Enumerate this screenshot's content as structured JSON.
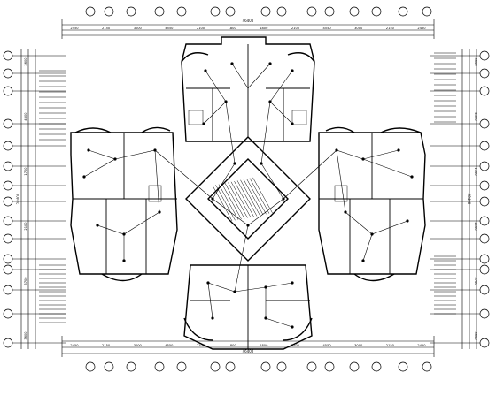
{
  "top_dims_1": [
    "2450",
    "2150",
    "3000",
    "4550",
    "2100",
    "1800",
    "1800",
    "2100",
    "4550",
    "3000",
    "2150",
    "2450"
  ],
  "top_total": "46400",
  "bottom_dims_2": [
    "2450",
    "2150",
    "3000",
    "4550",
    "2100",
    "1800",
    "1800",
    "2100",
    "4550",
    "3000",
    "2150",
    "2450"
  ],
  "bottom_total": "46400",
  "left_dims": [
    "3600",
    "4500",
    "1700",
    "2100",
    "3700",
    "3600"
  ],
  "left_total": "28400",
  "right_dims": [
    "3600",
    "4500",
    "1700",
    "2100",
    "3700",
    "3600"
  ],
  "right_total": "28400"
}
